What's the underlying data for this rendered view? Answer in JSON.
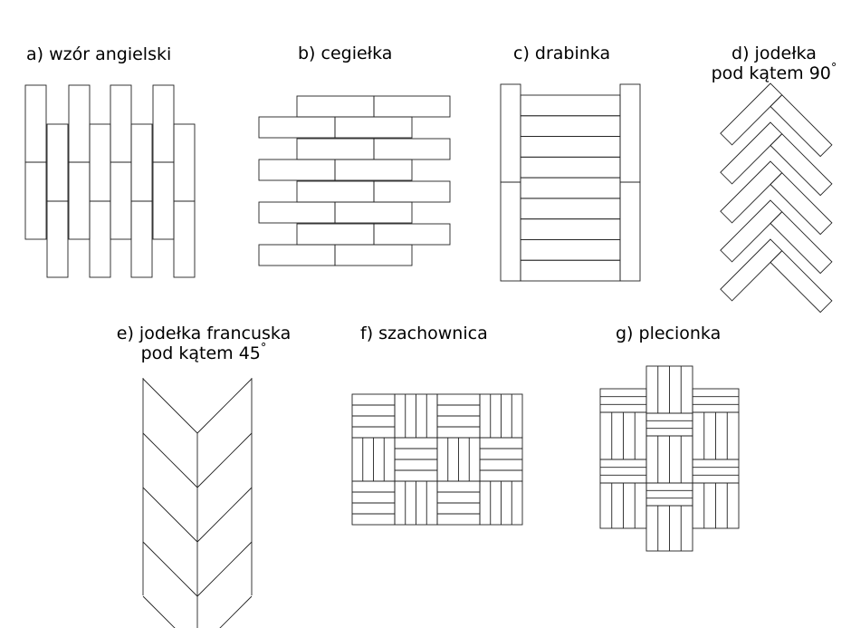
{
  "captions": {
    "a": "a) wzór angielski",
    "b": "b) cegiełka",
    "c": "c) drabinka",
    "d_line1": "d) jodełka",
    "d_line2": "pod kątem 90",
    "e_line1": "e) jodełka francuska",
    "e_line2": "pod kątem 45",
    "f": "f) szachownica",
    "g": "g) plecionka",
    "degree_symbol": "°"
  },
  "colors": {
    "line": "#222222",
    "background": "#ffffff"
  }
}
